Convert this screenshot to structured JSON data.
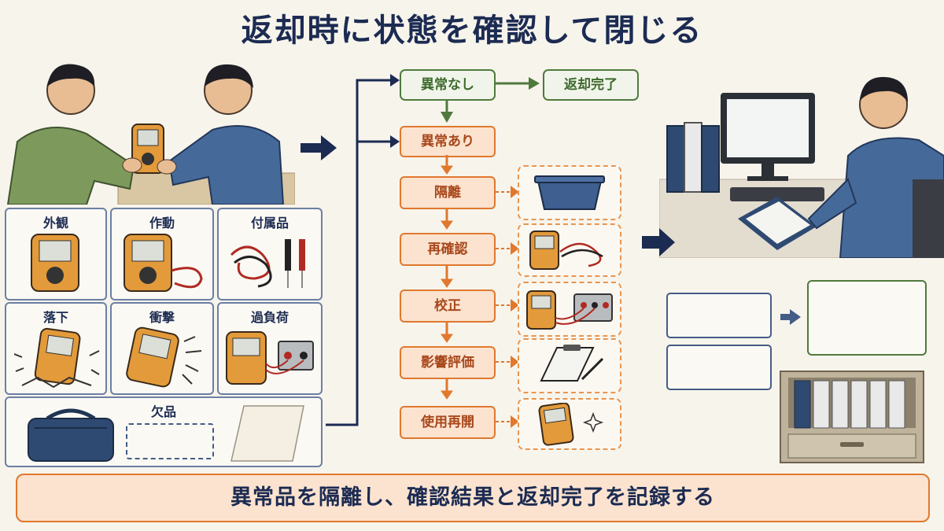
{
  "title": "返却時に状態を確認して閉じる",
  "inspection": {
    "items": [
      {
        "label": "外観"
      },
      {
        "label": "作動"
      },
      {
        "label": "付属品"
      },
      {
        "label": "落下"
      },
      {
        "label": "衝撃"
      },
      {
        "label": "過負荷"
      }
    ],
    "missing_label": "欠品"
  },
  "flow": {
    "normal": "異常なし",
    "return_done": "返却完了",
    "abnormal": "異常あり",
    "steps": [
      "隔離",
      "再確認",
      "校正",
      "影響評価",
      "使用再開"
    ]
  },
  "footer": "異常品を隔離し、確認結果と返却完了を記録する",
  "colors": {
    "navy": "#1c2b52",
    "green": "#4f7a3c",
    "orange": "#e0782e",
    "panel_border": "#6b7fa3",
    "background": "#f7f4ec"
  }
}
